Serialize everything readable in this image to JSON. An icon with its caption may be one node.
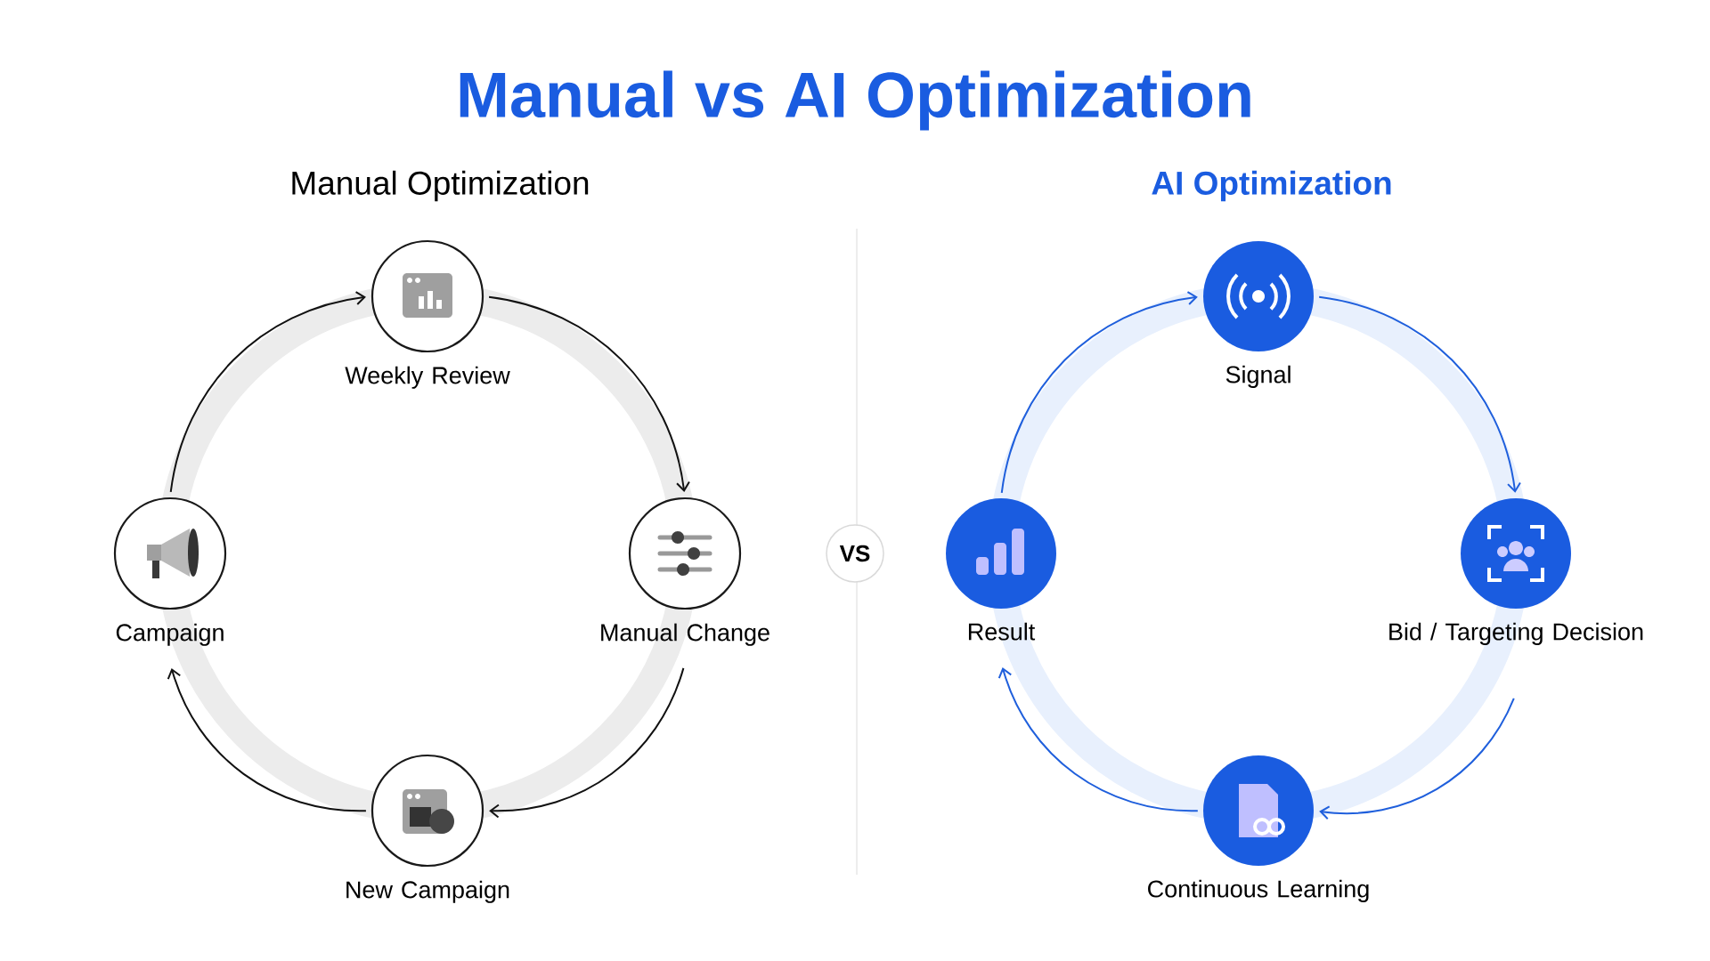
{
  "diagram": {
    "title": "Manual vs AI Optimization",
    "nodes": [
      {
        "text": [
          "Weekly Review"
        ]
      },
      {
        "text": [
          "Manual Change"
        ]
      },
      {
        "text": [
          "New Campaign"
        ]
      },
      {
        "text": [
          "Campaign"
        ]
      },
      {
        "text": [
          "Signal"
        ]
      },
      {
        "text": [
          "Bid / Targeting Decision"
        ]
      },
      {
        "text": [
          "Continuous Learning"
        ]
      },
      {
        "text": [
          "Result"
        ]
      },
      {
        "text": [
          "VS"
        ]
      }
    ],
    "edges": [
      {
        "from": 3,
        "to": 0,
        "arrow": "to",
        "color": "#111111"
      },
      {
        "from": 0,
        "to": 1,
        "arrow": "to",
        "color": "#111111"
      },
      {
        "from": 1,
        "to": 2,
        "arrow": "to",
        "color": "#111111"
      },
      {
        "from": 2,
        "to": 3,
        "arrow": "to",
        "color": "#111111"
      },
      {
        "from": 4,
        "to": 5,
        "arrow": "to",
        "color": "#1f5fdc"
      },
      {
        "from": 5,
        "to": 6,
        "arrow": "to",
        "color": "#1f5fdc"
      },
      {
        "from": 6,
        "to": 7,
        "arrow": "to",
        "color": "#1f5fdc"
      },
      {
        "from": 7,
        "to": 4,
        "arrow": "to",
        "color": "#1f5fdc"
      }
    ],
    "labels": [
      "Manual Optimization",
      "AI Optimization"
    ]
  }
}
